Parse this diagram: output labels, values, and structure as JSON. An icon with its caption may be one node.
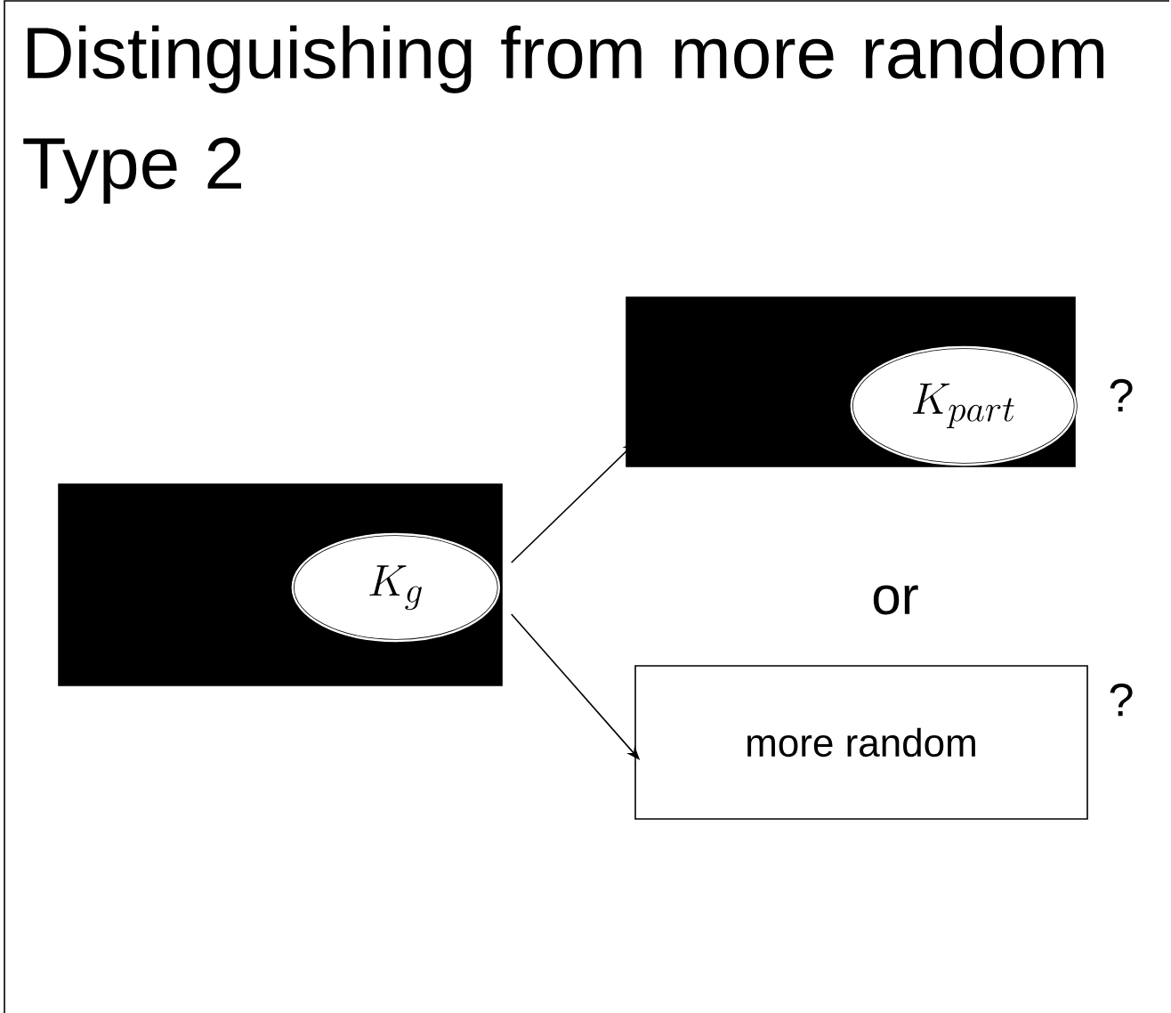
{
  "diagram": {
    "title": "Distinguishing from more random Type 2",
    "nodes": [
      {
        "text": [],
        "shape": "box"
      },
      {
        "text": [
          "K_{g}"
        ],
        "in": 0
      },
      {
        "text": [],
        "shape": "box",
        "beside": [
          "?"
        ]
      },
      {
        "text": [
          "K_{part}"
        ],
        "in": 2
      },
      {
        "text": [
          "more random"
        ],
        "beside": [
          "?"
        ]
      }
    ],
    "edges": [
      {
        "from": 0,
        "to": 2,
        "arrow": "to"
      },
      {
        "from": 0,
        "to": 4,
        "arrow": "to"
      }
    ],
    "labels": [
      "or"
    ]
  }
}
